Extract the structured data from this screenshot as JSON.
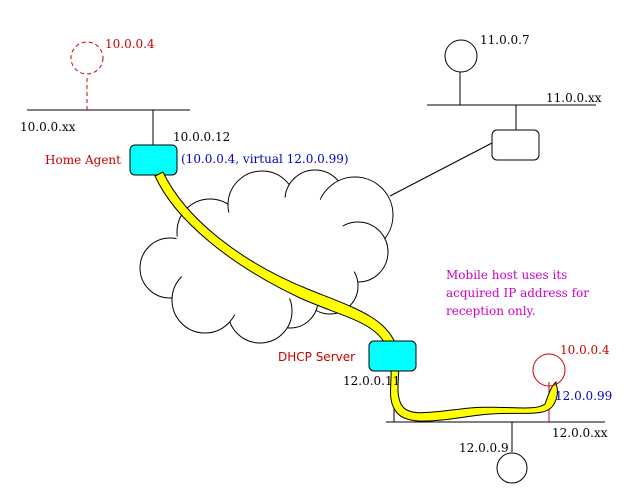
{
  "colors": {
    "line": "#000000",
    "red": "#cc0000",
    "blue": "#0000cc",
    "magenta": "#cc00cc",
    "cyan": "#00ffff",
    "tunnel": "#ffff00"
  },
  "labels": {
    "home_prev_ip": "10.0.0.4",
    "net_left": "10.0.0.xx",
    "home_agent_ip": "10.0.0.12",
    "home_agent": "Home Agent",
    "home_agent_virtual": "(10.0.0.4,  virtual 12.0.0.99)",
    "top_host_ip": "11.0.0.7",
    "net_right": "11.0.0.xx",
    "mobile_note_line1": "Mobile host uses its",
    "mobile_note_line2": "acquired IP address for",
    "mobile_note_line3": "reception only.",
    "dhcp_server": "DHCP Server",
    "dhcp_ip": "12.0.0.11",
    "mobile_ip_red": "10.0.0.4",
    "mobile_ip_blue": "12.0.0.99",
    "net_bottom": "12.0.0.xx",
    "bottom_host_ip": "12.0.0.9"
  }
}
